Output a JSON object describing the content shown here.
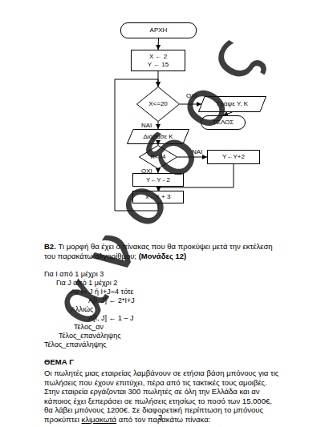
{
  "diagram": {
    "nodes": [
      {
        "text": [
          "ΑΡΧΗ"
        ]
      },
      {
        "text": [
          "X ← 2",
          "Y ← 15"
        ]
      },
      {
        "text": [
          "X<=20"
        ]
      },
      {
        "text": [
          "Γράψε Y, K"
        ]
      },
      {
        "text": [
          "ΤΕΛΟΣ"
        ]
      },
      {
        "text": [
          "Διάβασε Κ"
        ]
      },
      {
        "text": [
          "K<=4"
        ]
      },
      {
        "text": [
          "Y←Y+2"
        ]
      },
      {
        "text": [
          "Y←Y - 2"
        ]
      },
      {
        "text": [
          "x←X + 3"
        ]
      }
    ],
    "edges": [
      {
        "from": 0,
        "to": 1,
        "arrow": "to"
      },
      {
        "from": 1,
        "to": 2,
        "arrow": "to"
      },
      {
        "from": 2,
        "to": 3,
        "label": "ΟΧΙ",
        "arrow": "to"
      },
      {
        "from": 3,
        "to": 4,
        "arrow": "to"
      },
      {
        "from": 2,
        "to": 5,
        "label": "ΝΑΙ",
        "arrow": "to"
      },
      {
        "from": 5,
        "to": 6,
        "arrow": "to"
      },
      {
        "from": 6,
        "to": 7,
        "label": "ΝΑΙ",
        "arrow": "to"
      },
      {
        "from": 6,
        "to": 8,
        "label": "ΟΧΙ",
        "arrow": "to"
      },
      {
        "from": 8,
        "to": 9,
        "arrow": "to"
      },
      {
        "from": 7,
        "to": 9,
        "arrow": "to"
      },
      {
        "from": 9,
        "to": 2,
        "arrow": "to"
      }
    ],
    "labels": [
      "ανοδος",
      "B2.",
      "Τι μορφή θα έχει ο πίνακας που θα προκύψει μετά την εκτέλεση του παρακάτω αλγορίθμου;",
      "(Μονάδες 12)",
      "Για Ι από 1 μέχρι 3",
      "Για J από 1 μέχρι 2",
      "Αν Ι= J ή Ι+J=4 τότε",
      "A[I, J] ← 2*I+J",
      "Αλλιώς",
      "A[I, J] ← 1 – J",
      "Τέλος_αν",
      "Τέλος_επανάληψης",
      "Τέλος_επανάληψης",
      "ΘΕΜΑ Γ",
      "Οι πωλητές μιας εταιρείας λαμβάνουν σε ετήσια βάση μπόνους για τις πωλήσεις που έχουν επιτύχει, πέρα από τις τακτικές τους αμοιβές. Στην εταιρεία εργάζονται 300 πωλητές σε όλη την Ελλάδα και αν κάποιος έχει ξεπεράσει σε πωλήσεις ετησίως το ποσό των 15.000€, θα λάβει μπόνους 1200€. Σε διαφορετική περίπτωση το μπόνους προκύπτει",
      "κλιμακωτά",
      "από τον παρακάτω πίνακα:",
      "3"
    ]
  }
}
